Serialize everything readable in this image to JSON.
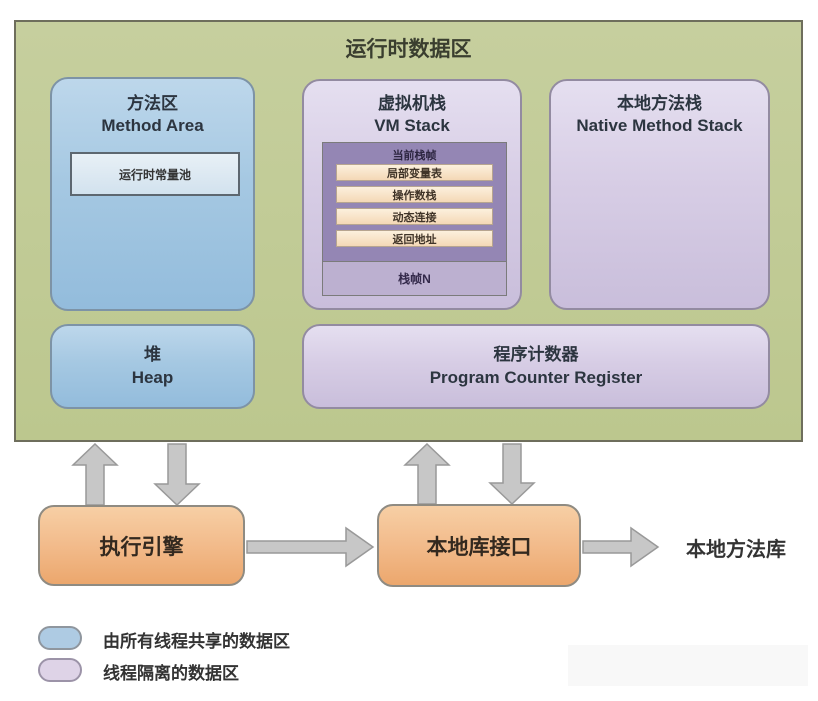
{
  "runtime_area": {
    "title": "运行时数据区",
    "method_area": {
      "title_zh": "方法区",
      "title_en": "Method Area",
      "constant_pool": "运行时常量池"
    },
    "vm_stack": {
      "title_zh": "虚拟机栈",
      "title_en": "VM Stack",
      "current_frame_label": "当前栈帧",
      "frame_rows": [
        "局部变量表",
        "操作数栈",
        "动态连接",
        "返回地址"
      ],
      "frame_n_label": "栈帧N"
    },
    "native_method_stack": {
      "title_zh": "本地方法栈",
      "title_en": "Native Method Stack"
    },
    "heap": {
      "title_zh": "堆",
      "title_en": "Heap"
    },
    "pc_register": {
      "title_zh": "程序计数器",
      "title_en": "Program Counter Register"
    }
  },
  "engine": {
    "label": "执行引擎"
  },
  "native_interface": {
    "label": "本地库接口"
  },
  "native_library": {
    "label": "本地方法库"
  },
  "legend": {
    "items": [
      {
        "swatch_color": "#aecbe3",
        "label": "由所有线程共享的数据区"
      },
      {
        "swatch_color": "#ded3e7",
        "label": "线程隔离的数据区"
      }
    ]
  },
  "colors": {
    "runtime_area_bg": "#c1cb96",
    "shared_box_blue": "#a5c8e2",
    "isolated_box_purple": "#d7cde5",
    "current_frame_purple": "#9486b4",
    "frame_n_purple": "#bcb0d0",
    "frame_row_cream": "#f8e3c8",
    "engine_orange": "#f2bb8b",
    "arrow_gray": "#c7c7c7"
  }
}
